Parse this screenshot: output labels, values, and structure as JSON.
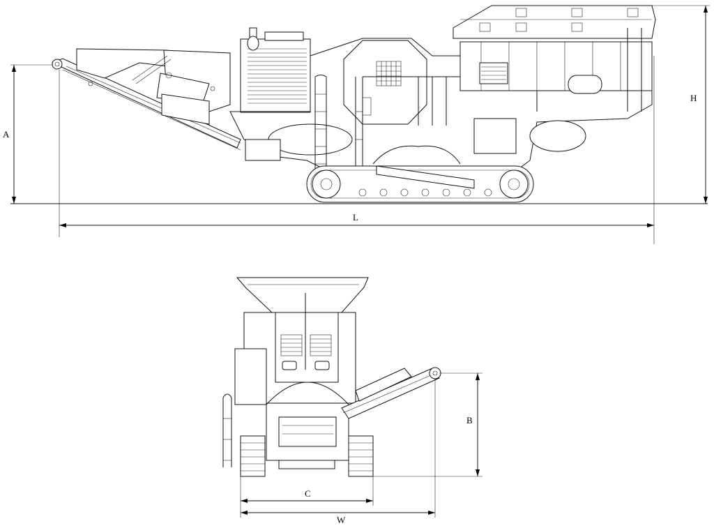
{
  "dimensions": {
    "side_view": {
      "length_label": "L",
      "height_label": "H",
      "feed_height_label": "A"
    },
    "rear_view": {
      "discharge_height_label": "B",
      "track_span_label": "C",
      "width_label": "W"
    }
  }
}
